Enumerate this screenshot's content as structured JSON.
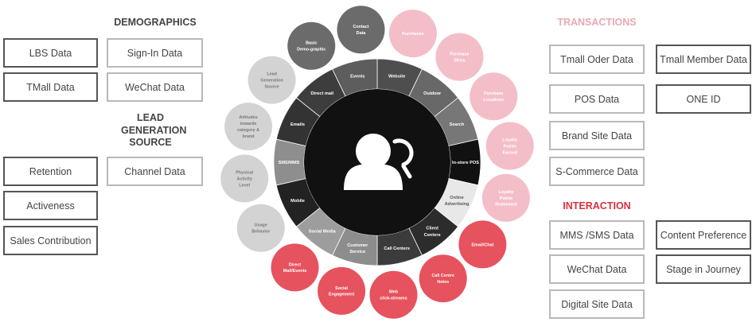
{
  "headings": {
    "demographics": "DEMOGRAPHICS",
    "lead_generation_source": "LEAD GENERATION SOURCE",
    "transactions": "TRANSACTIONS",
    "interaction": "INTERACTION"
  },
  "left_boxes": {
    "lbs_data": "LBS Data",
    "sign_in_data": "Sign-In Data",
    "tmall_data": "TMall Data",
    "wechat_data": "WeChat Data",
    "retention": "Retention",
    "channel_data": "Channel Data",
    "activeness": "Activeness",
    "sales_contribution": "Sales Contribution"
  },
  "right_boxes": {
    "tmall_oder_data": "Tmall Oder Data",
    "tmall_member_data": "Tmall Member Data",
    "pos_data": "POS Data",
    "one_id": "ONE ID",
    "brand_site_data": "Brand Site Data",
    "s_commerce_data": "S-Commerce Data",
    "mms_sms_data": "MMS /SMS Data",
    "content_preference": "Content Preference",
    "wechat_data": "WeChat Data",
    "stage_in_journey": "Stage in Journey",
    "digital_site_data": "Digital Site Data"
  },
  "ring_segments": [
    "Website",
    "Outdoor",
    "Search",
    "In-store POS",
    "Online Advertising",
    "Client Centers",
    "Call Centers",
    "Customer Service",
    "Social Media",
    "Mobile",
    "SMS/MMS",
    "Emails",
    "Direct mail",
    "Events"
  ],
  "outer_circles": [
    "Purchases",
    "Purchase SKUs",
    "Purchase Locations",
    "Loyalty Points Earned",
    "Loyalty Points Redeemed",
    "Email/Chat",
    "Call Centre Notes",
    "Web click-streams",
    "Social Engagement",
    "Direct Mail/Events",
    "Usage Behavior",
    "Physical Activity Level",
    "Attitudes towards category & brand",
    "Lead Generation Source",
    "Basic Demo-graphic",
    "Contact Data"
  ],
  "colors": {
    "heading_dark": "#444444",
    "heading_pink": "#e8a9b3",
    "heading_red": "#d8323f",
    "pink": "#f3bec8",
    "red": "#e6525e",
    "grey_light": "#d3d3d3",
    "grey_dark": "#6b6b6b",
    "center": "#111111"
  },
  "icons": [
    "person-analytics-icon"
  ]
}
